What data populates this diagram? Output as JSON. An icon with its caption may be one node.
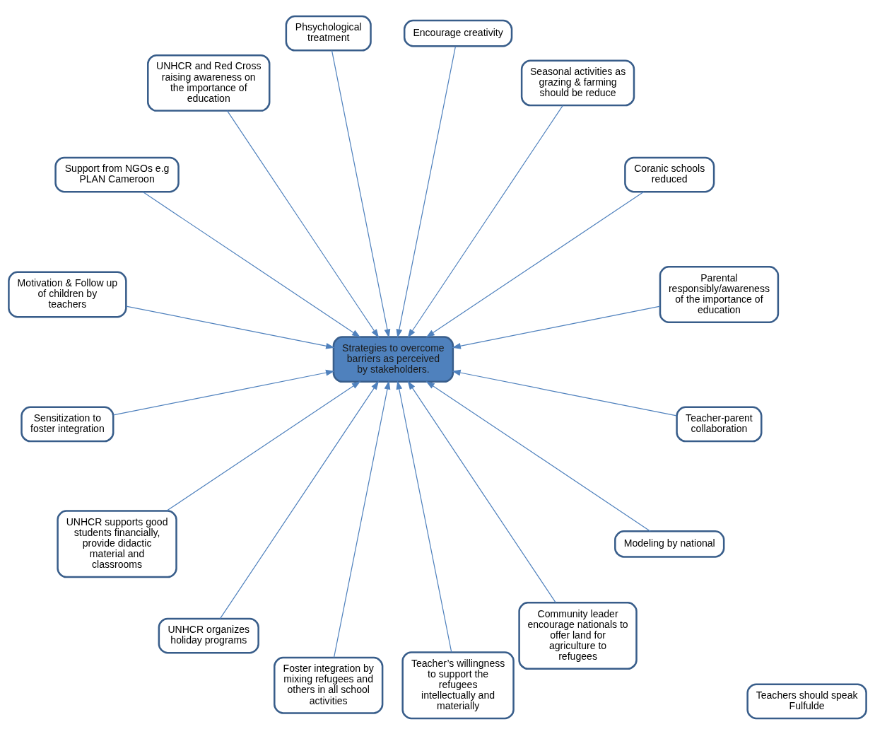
{
  "diagram": {
    "nodes": [
      {
        "text": [
          "Parental responsibly/awareness of the importance of education"
        ]
      },
      {
        "text": [
          "Coranic schools reduced"
        ]
      },
      {
        "text": [
          "Seasonal activities as grazing & farming should be reduce"
        ]
      },
      {
        "text": [
          "Encourage creativity"
        ]
      },
      {
        "text": [
          "Phsychological treatment"
        ]
      },
      {
        "text": [
          "UNHCR and Red Cross raising awareness on the importance of education"
        ]
      },
      {
        "text": [
          "Support from NGOs e.g PLAN Cameroon"
        ]
      },
      {
        "text": [
          "Motivation & Follow up of children by teachers"
        ]
      },
      {
        "text": [
          "Strategies to overcome barriers as perceived by stakeholders."
        ]
      },
      {
        "text": [
          "Sensitization to foster integration"
        ]
      },
      {
        "text": [
          "UNHCR supports good students financially, provide didactic material and classrooms"
        ]
      },
      {
        "text": [
          "UNHCR organizes holiday programs"
        ]
      },
      {
        "text": [
          "Foster integration by mixing refugees and others in all school activities"
        ]
      },
      {
        "text": [
          "Teacher’s willingness to support the refugees intellectually and materially"
        ]
      },
      {
        "text": [
          "Community leader encourage nationals to offer land for agriculture to refugees"
        ]
      },
      {
        "text": [
          "Modeling by national"
        ]
      },
      {
        "text": [
          "Teacher-parent collaboration"
        ]
      },
      {
        "text": [
          "Teachers should speak Fulfulde"
        ]
      }
    ],
    "edges": [
      {
        "from": 0,
        "to": 8,
        "arrow": "to"
      },
      {
        "from": 1,
        "to": 8,
        "arrow": "to"
      },
      {
        "from": 2,
        "to": 8,
        "arrow": "to"
      },
      {
        "from": 3,
        "to": 8,
        "arrow": "to"
      },
      {
        "from": 4,
        "to": 8,
        "arrow": "to"
      },
      {
        "from": 5,
        "to": 8,
        "arrow": "to"
      },
      {
        "from": 6,
        "to": 8,
        "arrow": "to"
      },
      {
        "from": 7,
        "to": 8,
        "arrow": "to"
      },
      {
        "from": 9,
        "to": 8,
        "arrow": "to"
      },
      {
        "from": 10,
        "to": 8,
        "arrow": "to"
      },
      {
        "from": 11,
        "to": 8,
        "arrow": "to"
      },
      {
        "from": 12,
        "to": 8,
        "arrow": "to"
      },
      {
        "from": 13,
        "to": 8,
        "arrow": "to"
      },
      {
        "from": 14,
        "to": 8,
        "arrow": "to"
      },
      {
        "from": 15,
        "to": 8,
        "arrow": "to"
      },
      {
        "from": 16,
        "to": 8,
        "arrow": "to"
      }
    ]
  }
}
